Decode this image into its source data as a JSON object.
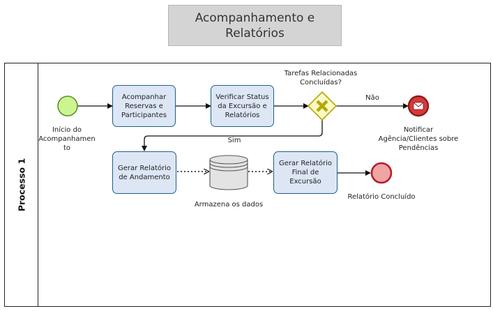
{
  "title": {
    "line1": "Acompanhamento e",
    "line2": "Relatórios"
  },
  "pool": {
    "label": "Processo 1"
  },
  "start_event": {
    "label_l1": "Início do",
    "label_l2": "Acompanhamen",
    "label_l3": "to"
  },
  "tasks": [
    {
      "l1": "Acompanhar",
      "l2": "Reservas e",
      "l3": "Participantes"
    },
    {
      "l1": "Verificar Status",
      "l2": "da Excursão e",
      "l3": "Relatórios"
    },
    {
      "l1": "Gerar Relatório",
      "l2": "de Andamento"
    },
    {
      "l1": "Gerar Relatório",
      "l2": "Final de",
      "l3": "Excursão"
    }
  ],
  "gateway": {
    "label_l1": "Tarefas Relacionadas",
    "label_l2": "Concluídas?"
  },
  "flows": {
    "no_label": "Não",
    "yes_label": "Sim"
  },
  "message_end_event": {
    "label_l1": "Notificar",
    "label_l2": "Agência/Clientes sobre",
    "label_l3": "Pendências"
  },
  "data_store": {
    "label": "Armazena os dados"
  },
  "end_event": {
    "label": "Relatório Concluído"
  },
  "colors": {
    "task_fill": "#dde6f5",
    "task_border": "#1f5f8b",
    "start_fill": "#ccf590",
    "start_border": "#5a8f2a",
    "end_fill": "#f0a4a4",
    "end_border": "#b3202a",
    "msg_end_fill": "#d63a3a",
    "gateway_fill": "#fafac8",
    "gateway_border": "#b7a800"
  }
}
